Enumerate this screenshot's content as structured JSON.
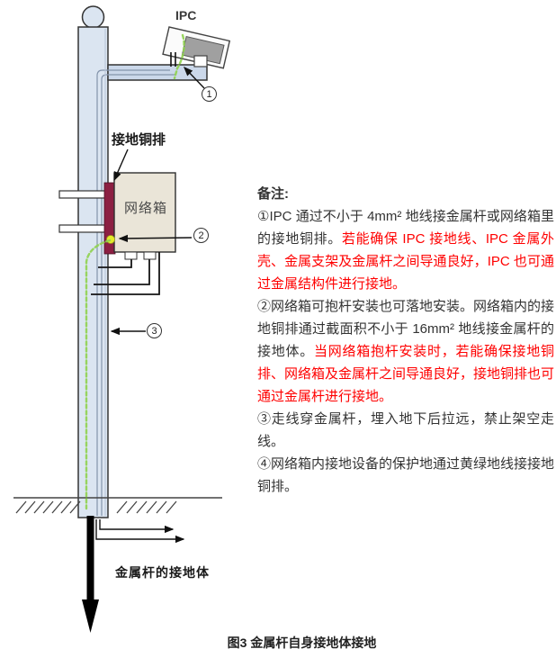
{
  "diagram": {
    "ipc_label": "IPC",
    "copper_bar_label": "接地铜排",
    "network_box_label": "网络箱",
    "ground_body_label": "金属杆的接地体",
    "callouts": [
      "1",
      "2",
      "3"
    ],
    "colors": {
      "pole": "#dbe5f1",
      "arm": "#cbd8ea",
      "network_box": "#eae5d8",
      "copper_bar": "#8c1f42",
      "ground_wire_green": "#8fd14f",
      "terminal_dot": "#e4ea2b",
      "note_red": "#ff0000"
    }
  },
  "notes": {
    "title": "备注:",
    "items": [
      {
        "segments": [
          {
            "text": "①IPC 通过不小于 4mm² 地线接金属杆或网络箱里的接地铜排。",
            "color": "black"
          },
          {
            "text": "若能确保 IPC 接地线、IPC 金属外壳、金属支架及金属杆之间导通良好，IPC 也可通过金属结构件进行接地。",
            "color": "red"
          }
        ]
      },
      {
        "segments": [
          {
            "text": "②网络箱可抱杆安装也可落地安装。网络箱内的接地铜排通过截面积不小于 16mm² 地线接金属杆的接地体。",
            "color": "black"
          },
          {
            "text": "当网络箱抱杆安装时，若能确保接地铜排、网络箱及金属杆之间导通良好，接地铜排也可通过金属杆进行接地。",
            "color": "red"
          }
        ]
      },
      {
        "segments": [
          {
            "text": "③走线穿金属杆，埋入地下后拉远，禁止架空走线。",
            "color": "black"
          }
        ]
      },
      {
        "segments": [
          {
            "text": "④网络箱内接地设备的保护地通过黄绿地线接接地铜排。",
            "color": "black"
          }
        ]
      }
    ]
  },
  "caption": "图3 金属杆自身接地体接地"
}
